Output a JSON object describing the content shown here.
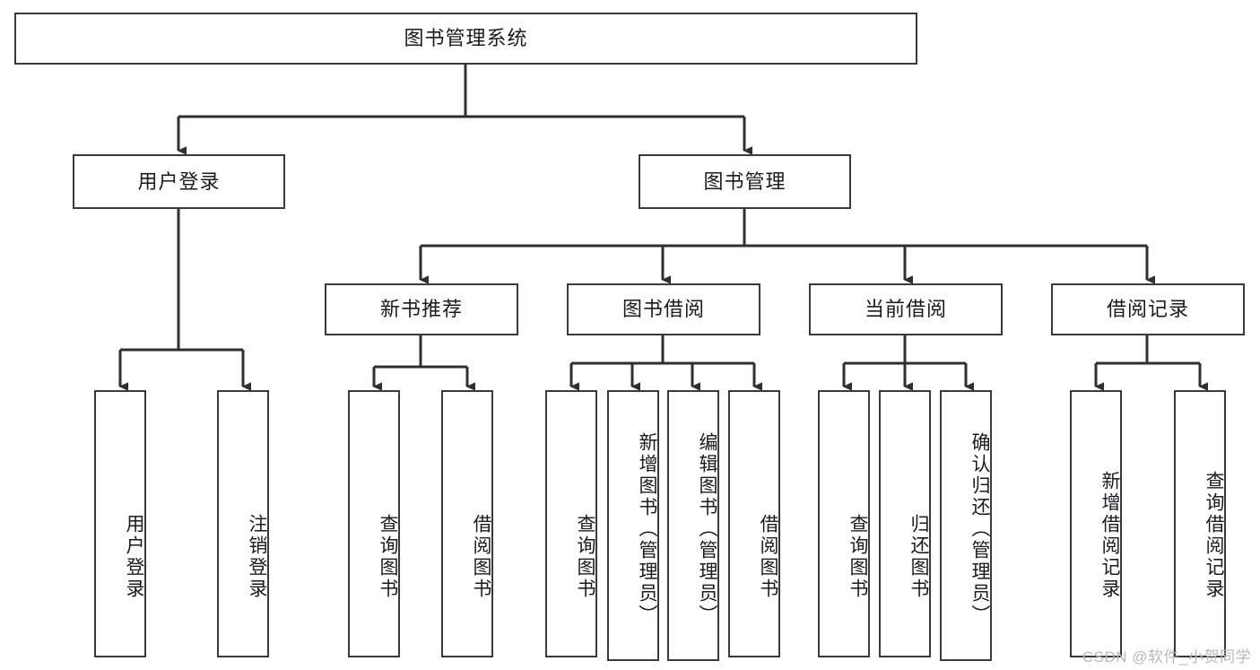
{
  "diagram": {
    "type": "tree-hierarchy",
    "title": "图书管理系统",
    "watermark": "CSDN @软件_小贺同学",
    "colors": {
      "background": "#ffffff",
      "box_border": "#3a3a3c",
      "box_fill": "#ffffff",
      "text": "#1b1b1d",
      "connector": "#2f2f31",
      "watermark": "#b9b9bb"
    },
    "root": {
      "id": "root",
      "label": "图书管理系统"
    },
    "level2": [
      {
        "id": "user-login",
        "label": "用户登录"
      },
      {
        "id": "book-manage",
        "label": "图书管理"
      }
    ],
    "level3": [
      {
        "id": "new-book-rec",
        "label": "新书推荐",
        "parent": "book-manage"
      },
      {
        "id": "book-borrow",
        "label": "图书借阅",
        "parent": "book-manage"
      },
      {
        "id": "current-borrow",
        "label": "当前借阅",
        "parent": "book-manage"
      },
      {
        "id": "borrow-record",
        "label": "借阅记录",
        "parent": "book-manage"
      }
    ],
    "leaves": [
      {
        "id": "leaf-user-login",
        "label": "用户登录",
        "parent": "user-login"
      },
      {
        "id": "leaf-logout",
        "label": "注销登录",
        "parent": "user-login"
      },
      {
        "id": "leaf-query-book-1",
        "label": "查询图书",
        "parent": "new-book-rec"
      },
      {
        "id": "leaf-borrow-book-1",
        "label": "借阅图书",
        "parent": "new-book-rec"
      },
      {
        "id": "leaf-query-book-2",
        "label": "查询图书",
        "parent": "book-borrow"
      },
      {
        "id": "leaf-add-book",
        "label": "新增图书（管理员）",
        "parent": "book-borrow"
      },
      {
        "id": "leaf-edit-book",
        "label": "编辑图书（管理员）",
        "parent": "book-borrow"
      },
      {
        "id": "leaf-borrow-book-2",
        "label": "借阅图书",
        "parent": "book-borrow"
      },
      {
        "id": "leaf-query-book-3",
        "label": "查询图书",
        "parent": "current-borrow"
      },
      {
        "id": "leaf-return-book",
        "label": "归还图书",
        "parent": "current-borrow"
      },
      {
        "id": "leaf-confirm-return",
        "label": "确认归还（管理员）",
        "parent": "current-borrow"
      },
      {
        "id": "leaf-add-record",
        "label": "新增借阅记录",
        "parent": "borrow-record"
      },
      {
        "id": "leaf-query-record",
        "label": "查询借阅记录",
        "parent": "borrow-record"
      }
    ]
  }
}
